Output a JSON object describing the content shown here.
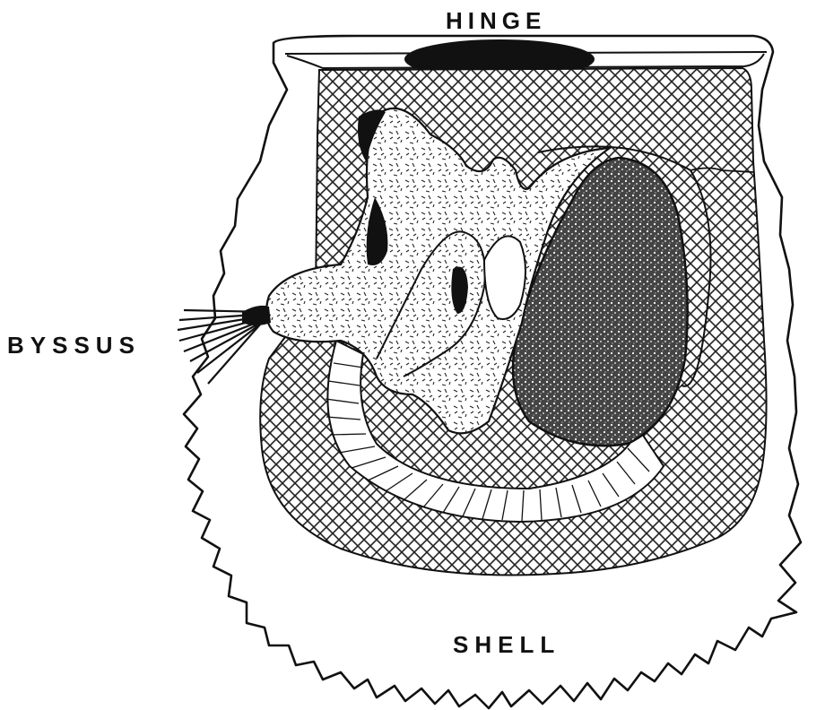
{
  "diagram": {
    "labels": {
      "hinge": "HINGE",
      "byssus": "BYSSUS",
      "shell": "SHELL"
    }
  },
  "colors": {
    "ink": "#111111",
    "paper": "#ffffff"
  }
}
